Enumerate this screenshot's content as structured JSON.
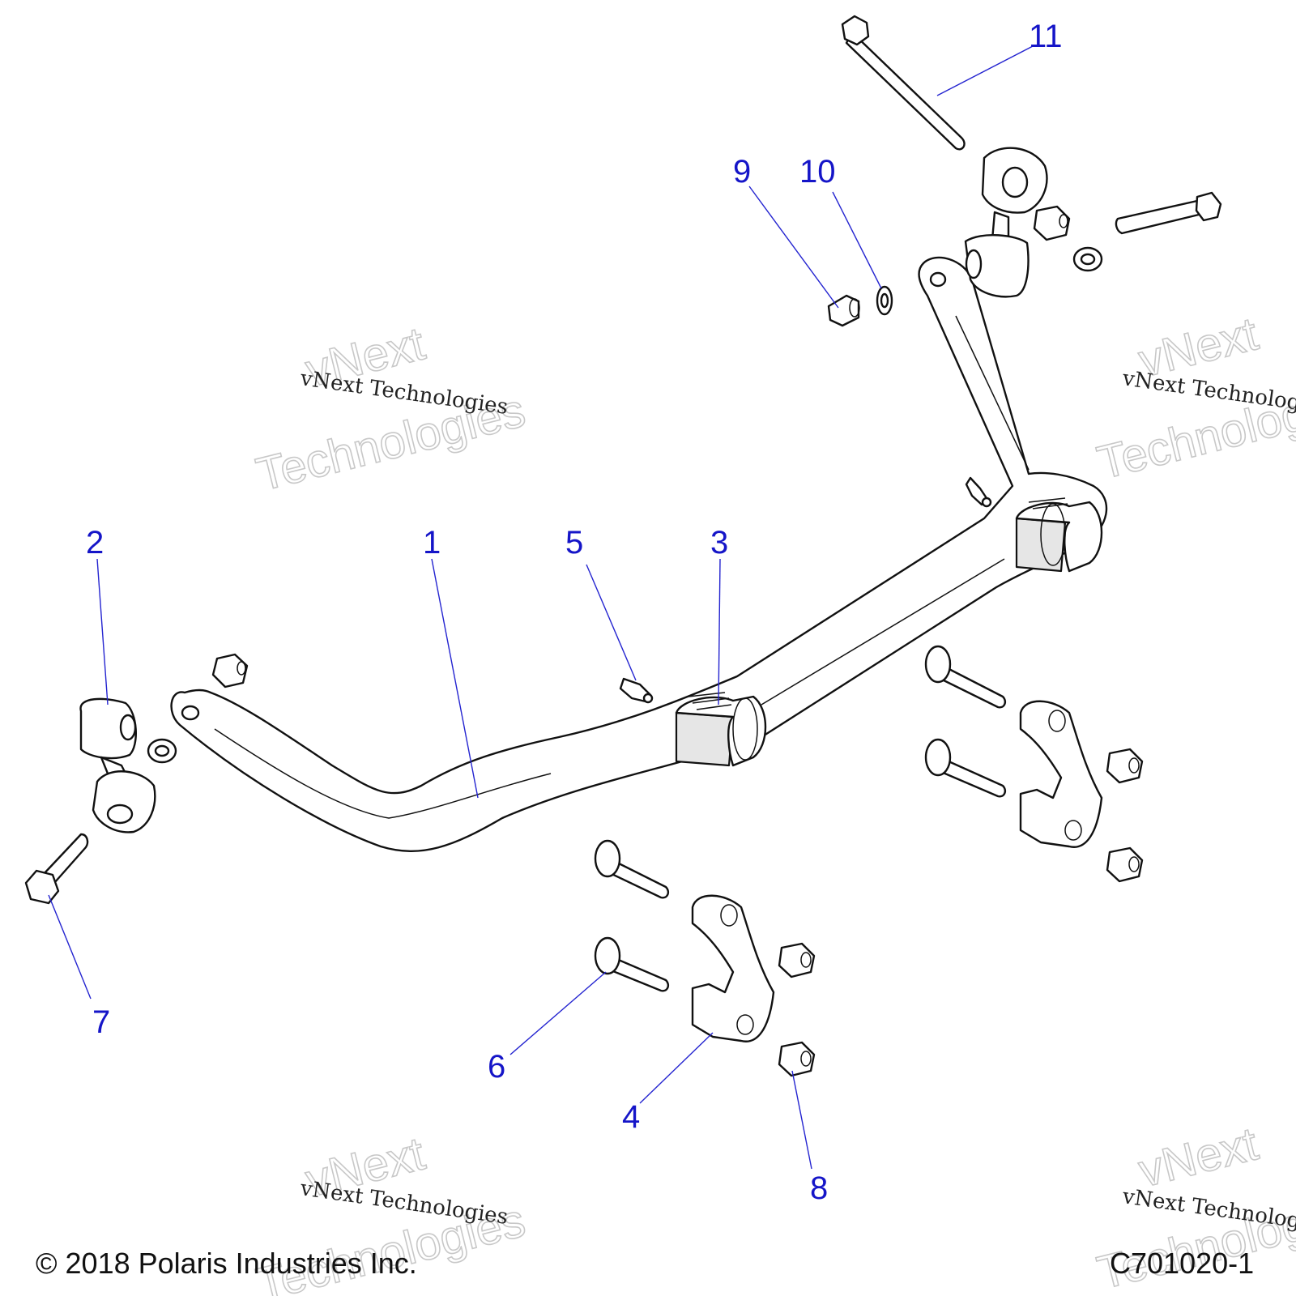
{
  "callouts": [
    {
      "id": "1",
      "label": "1"
    },
    {
      "id": "2",
      "label": "2"
    },
    {
      "id": "3",
      "label": "3"
    },
    {
      "id": "4",
      "label": "4"
    },
    {
      "id": "5",
      "label": "5"
    },
    {
      "id": "6",
      "label": "6"
    },
    {
      "id": "7",
      "label": "7"
    },
    {
      "id": "8",
      "label": "8"
    },
    {
      "id": "9",
      "label": "9"
    },
    {
      "id": "10",
      "label": "10"
    },
    {
      "id": "11",
      "label": "11"
    }
  ],
  "watermark": {
    "line_serif": "vNext Technologies",
    "outline_top": "vNext",
    "outline_bottom": "Technologies"
  },
  "footer": {
    "copyright": "© 2018 Polaris Industries Inc.",
    "diagram_code": "C701020-1"
  },
  "colors": {
    "callout": "#1515c8",
    "line_art": "#111111",
    "watermark_outline": "#c8c8c8"
  }
}
